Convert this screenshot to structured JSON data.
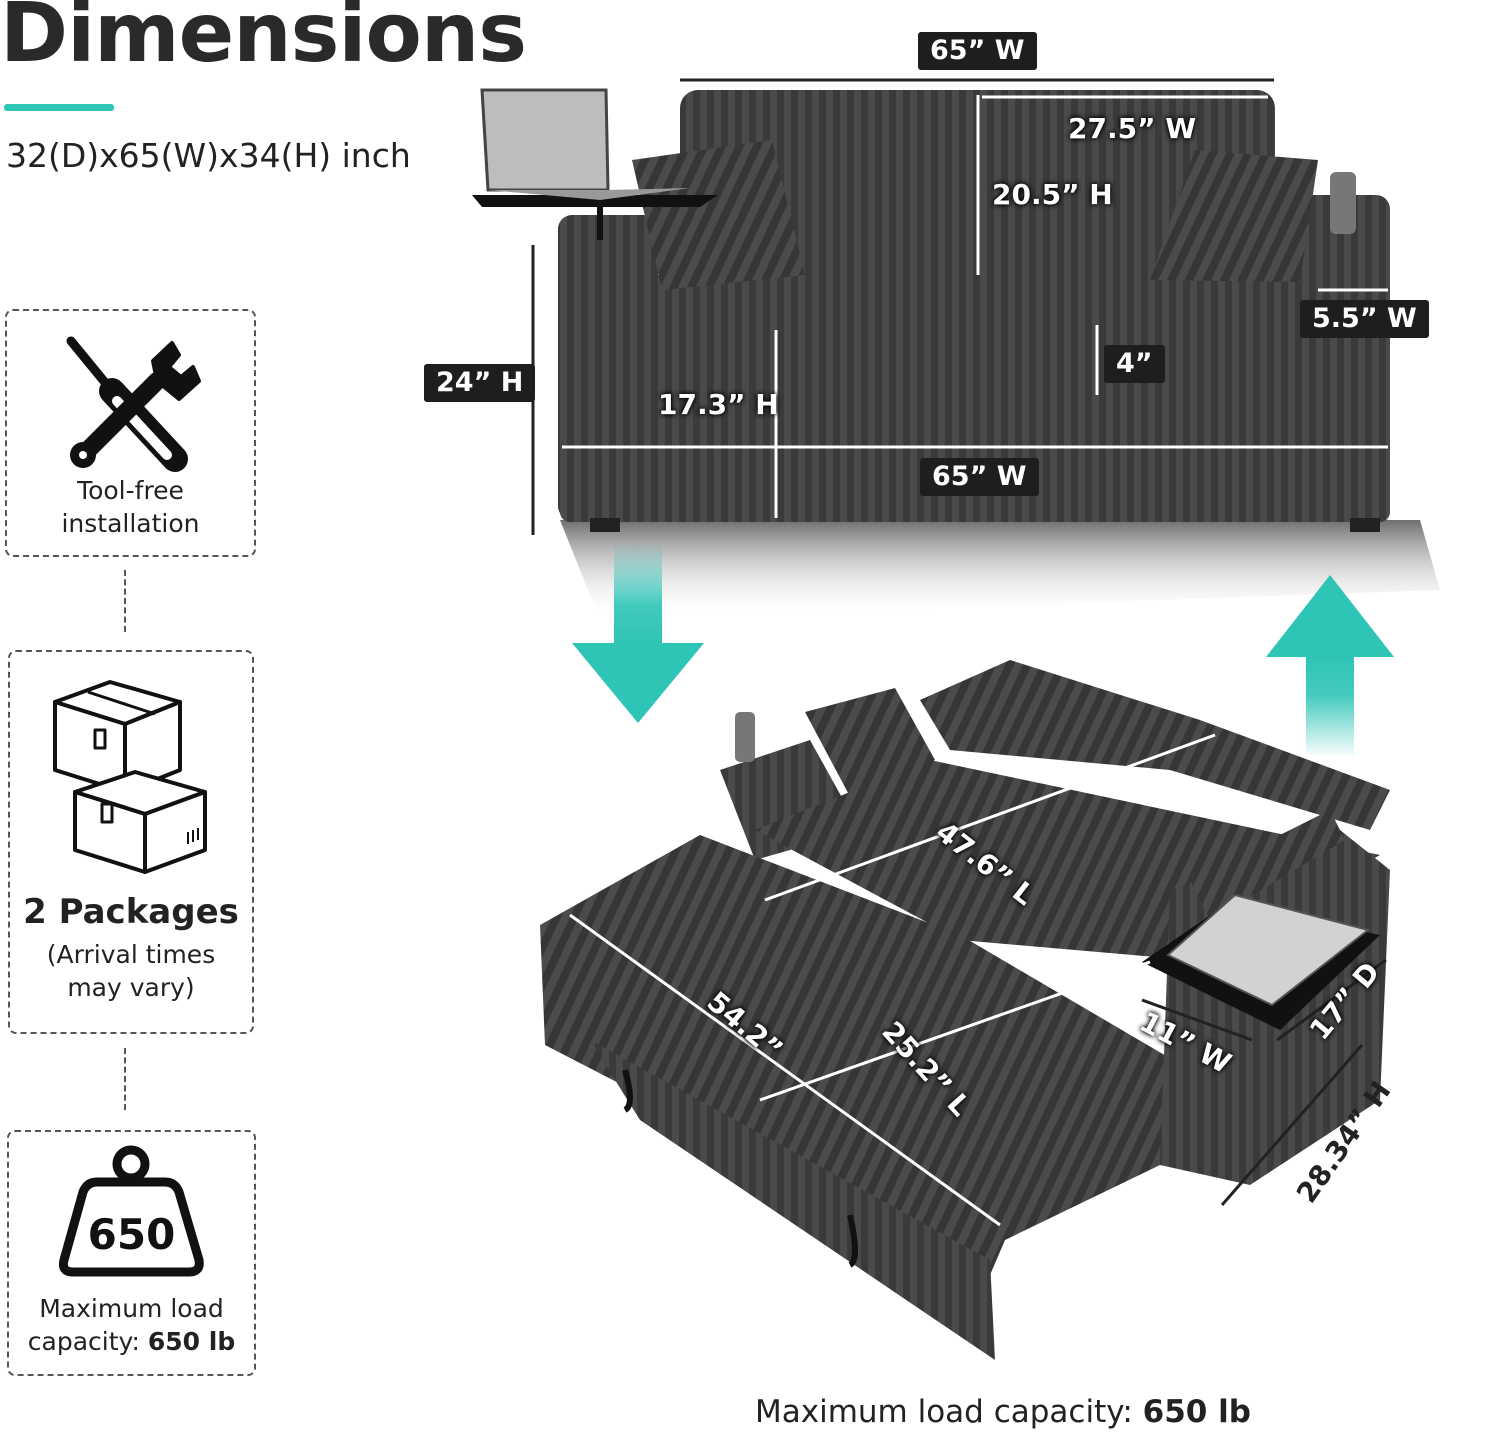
{
  "title": "Dimensions",
  "subtitle": "32(D)x65(W)x34(H) inch",
  "colors": {
    "accent": "#2ec4b6",
    "upholstery": "#3b3b3b",
    "tag_bg": "#1e1e1e"
  },
  "features": [
    {
      "icon": "wrench-screwdriver-icon",
      "lines": [
        "Tool-free",
        "installation"
      ]
    },
    {
      "icon": "boxes-icon",
      "headline": "2 Packages",
      "lines": [
        "(Arrival times",
        "may vary)"
      ]
    },
    {
      "icon": "weight-icon",
      "badge": "650",
      "lines": [
        "Maximum load",
        "capacity: "
      ],
      "strong": "650 lb"
    }
  ],
  "sofa_dims": {
    "overall_width": "65” W",
    "back_cushion_width": "27.5” W",
    "back_cushion_height": "20.5” H",
    "armrest_width": "5.5” W",
    "overall_height": "24” H",
    "seat_height": "17.3” H",
    "seat_cushion_thickness": "4”",
    "seat_width": "65” W"
  },
  "bed_dims": {
    "back_length": "47.6” L",
    "bed_length": "54.2”",
    "pullout_length": "25.2” L",
    "tray_width": "11” W",
    "tray_depth": "17” D",
    "arm_height": "28.34” H"
  },
  "footer": {
    "label": "Maximum load capacity: ",
    "value": "650 lb"
  }
}
